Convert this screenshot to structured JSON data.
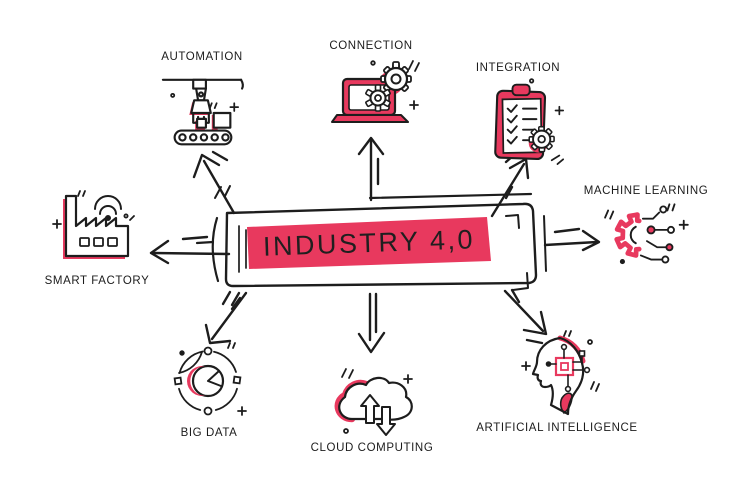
{
  "title": "INDUSTRY 4,0",
  "colors": {
    "accent": "#E8395E",
    "ink": "#1D1D1D",
    "background": "#FFFFFF"
  },
  "nodes": [
    {
      "id": "automation",
      "label": "AUTOMATION",
      "icon": "robot-arm-conveyor-icon",
      "position": "top-left",
      "arrow": "up-left"
    },
    {
      "id": "connection",
      "label": "CONNECTION",
      "icon": "laptop-gears-icon",
      "position": "top-center",
      "arrow": "up"
    },
    {
      "id": "integration",
      "label": "INTEGRATION",
      "icon": "clipboard-checklist-icon",
      "position": "top-right",
      "arrow": "up-right"
    },
    {
      "id": "machine-learning",
      "label": "MACHINE LEARNING",
      "icon": "gear-circuit-icon",
      "position": "right",
      "arrow": "right"
    },
    {
      "id": "artificial-intelligence",
      "label": "ARTIFICIAL INTELLIGENCE",
      "icon": "head-chip-icon",
      "position": "bottom-right",
      "arrow": "down-right"
    },
    {
      "id": "cloud-computing",
      "label": "CLOUD COMPUTING",
      "icon": "cloud-sync-icon",
      "position": "bottom-center",
      "arrow": "down"
    },
    {
      "id": "big-data",
      "label": "BIG DATA",
      "icon": "atom-pie-chart-icon",
      "position": "bottom-left",
      "arrow": "down-left"
    },
    {
      "id": "smart-factory",
      "label": "SMART FACTORY",
      "icon": "factory-wifi-icon",
      "position": "left",
      "arrow": "left"
    }
  ]
}
